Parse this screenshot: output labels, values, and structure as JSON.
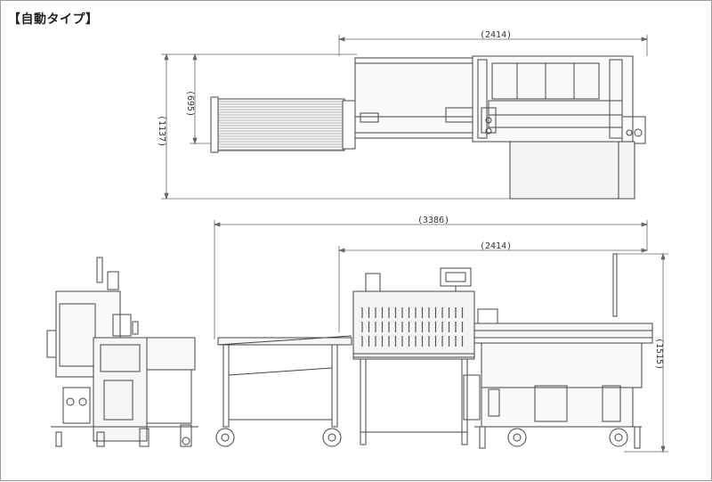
{
  "heading": "【自動タイプ】",
  "dimensions": {
    "top_width": "(2414)",
    "top_height_inner": "(695)",
    "top_height_outer": "(1137)",
    "front_total_width": "(3386)",
    "front_machine_width": "(2414)",
    "front_height": "(1515)"
  },
  "colors": {
    "line": "#444444",
    "dim": "#666666",
    "fill": "#f4f4f4"
  }
}
